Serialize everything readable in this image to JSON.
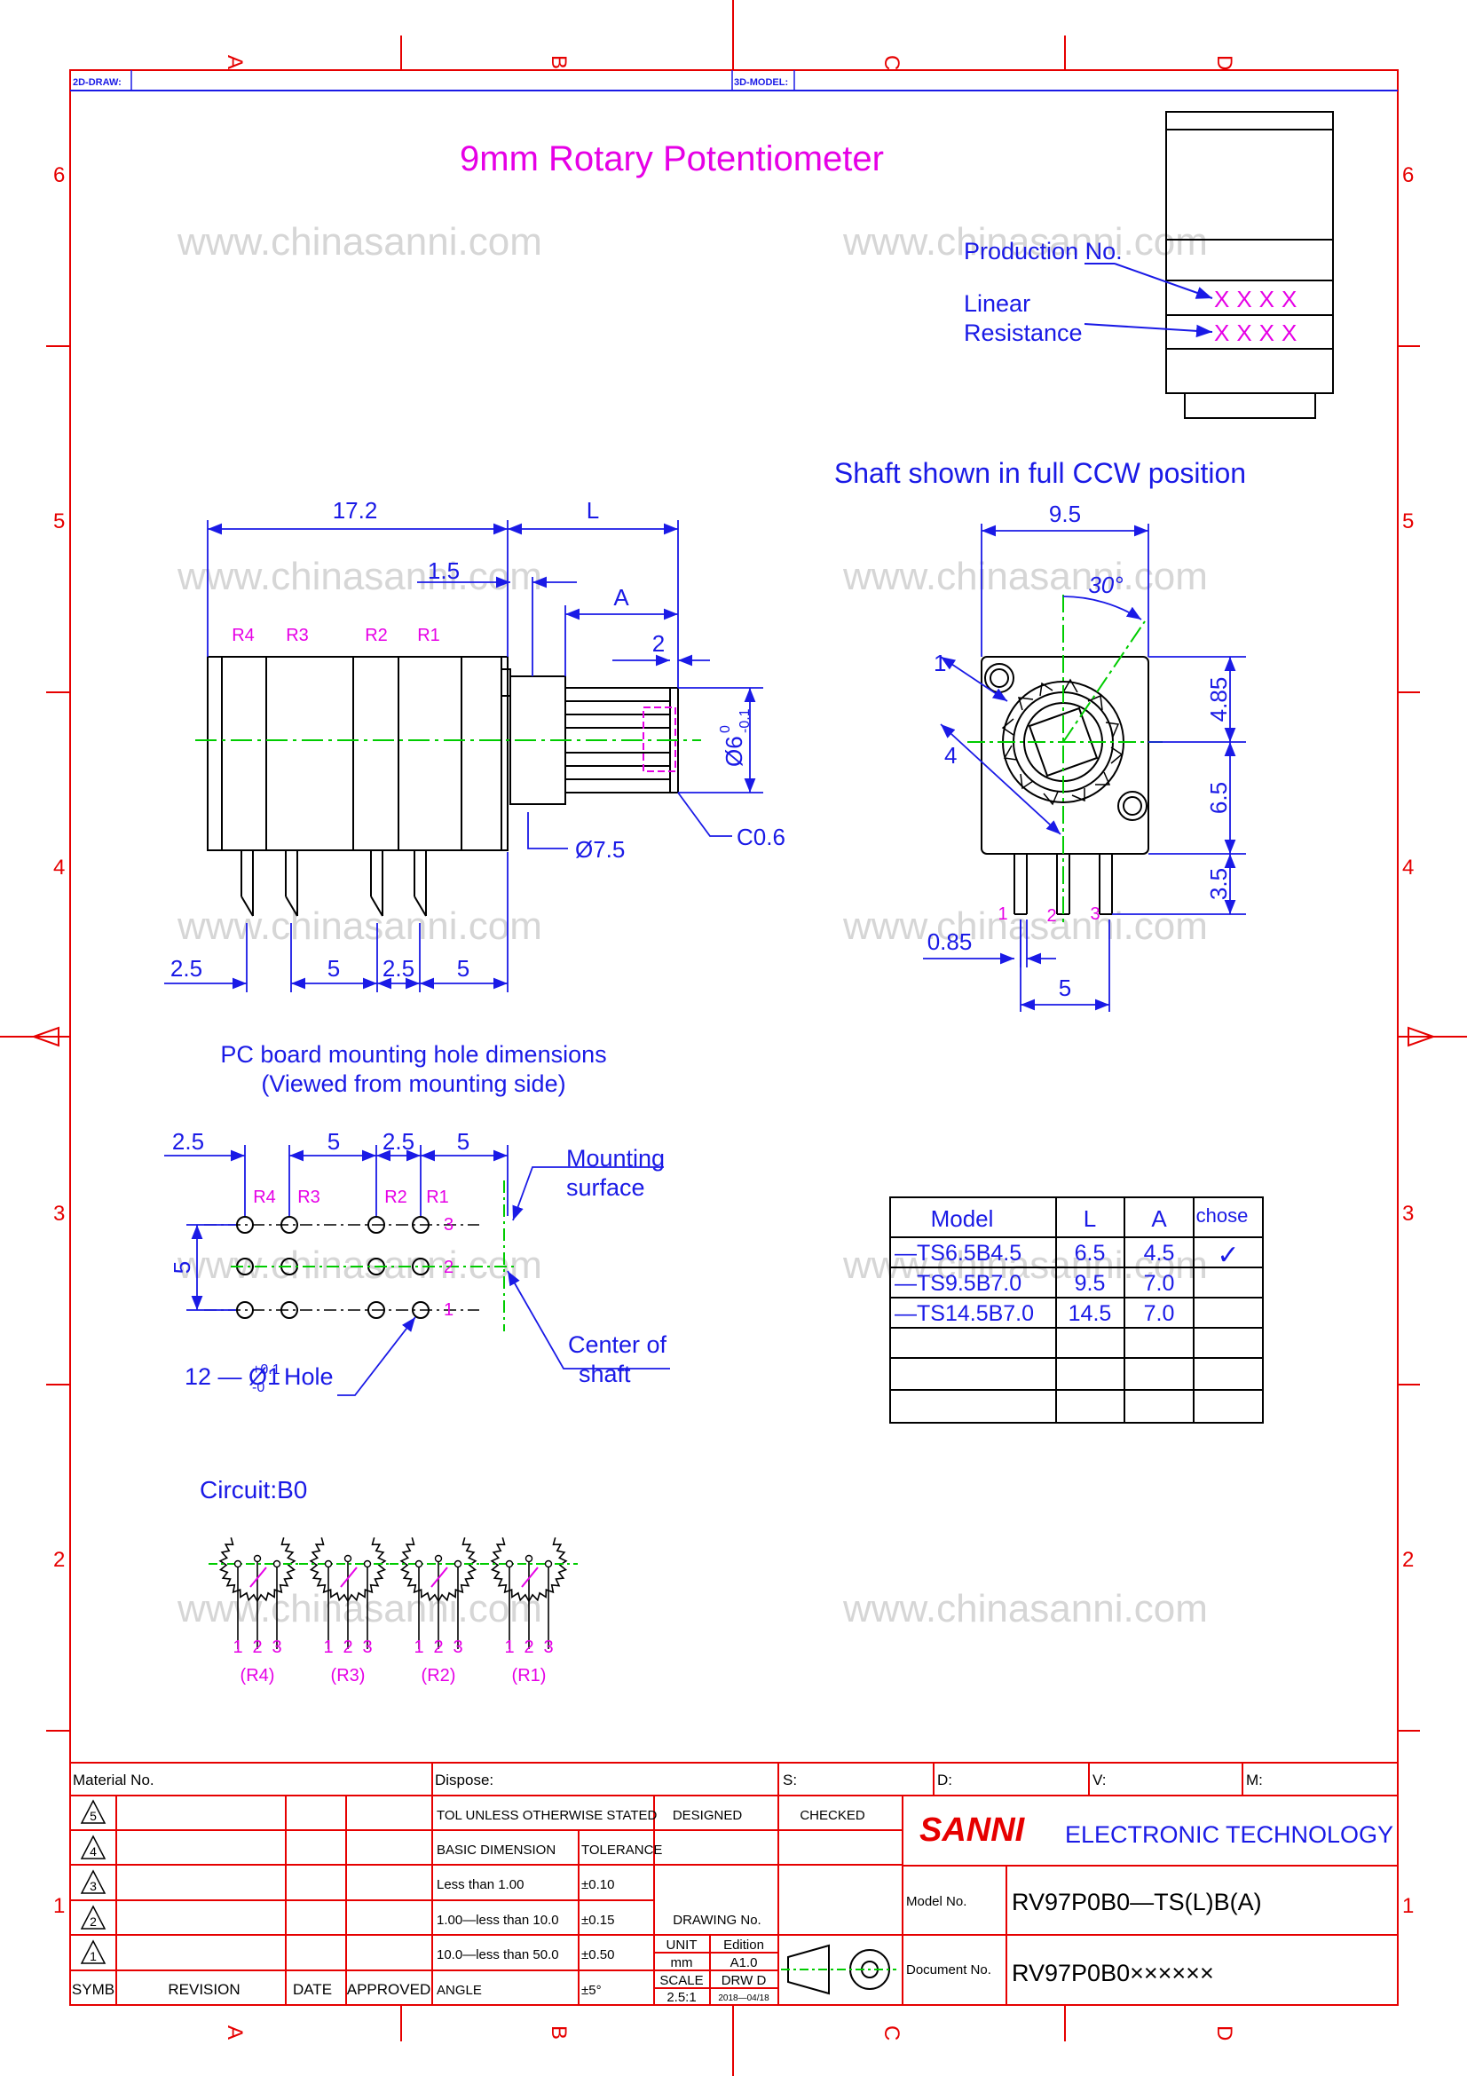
{
  "title": "9mm Rotary Potentiometer",
  "frame": {
    "col_labels": [
      "A",
      "B",
      "C",
      "D"
    ],
    "row_labels": [
      "6",
      "5",
      "4",
      "3",
      "2",
      "1"
    ],
    "draw_2d_label": "2D-DRAW:",
    "model_3d_label": "3D-MODEL:"
  },
  "watermark": "www.chinasanni.com",
  "label_view": {
    "production_no": "Production No.",
    "linear": "Linear",
    "resistance": "Resistance",
    "marks_1": "XXXX",
    "marks_2": "XXXX"
  },
  "side_view": {
    "dims": [
      "17.2",
      "L",
      "1.5",
      "A",
      "2",
      "2.5",
      "5",
      "2.5",
      "5"
    ],
    "shaft_dia": "Ø6",
    "shaft_tol_upper": "0",
    "shaft_tol_lower": "-0.1",
    "bush_dia": "Ø7.5",
    "chamfer": "C0.6",
    "rotors": [
      "R4",
      "R3",
      "R2",
      "R1"
    ]
  },
  "front_view": {
    "caption": "Shaft shown in full CCW position",
    "dims": [
      "9.5",
      "30°",
      "1",
      "4",
      "4.85",
      "6.5",
      "3.5",
      "0.85",
      "5"
    ],
    "pins": [
      "1",
      "2",
      "3"
    ]
  },
  "pcb": {
    "caption_1": "PC board mounting hole dimensions",
    "caption_2": "(Viewed from mounting side)",
    "dims": [
      "2.5",
      "5",
      "2.5",
      "5",
      "5"
    ],
    "rotors": [
      "R4",
      "R3",
      "R2",
      "R1"
    ],
    "side_pins": [
      "3",
      "2",
      "1"
    ],
    "mounting_1": "Mounting",
    "mounting_2": "surface",
    "center_1": "Center of",
    "center_2": "shaft",
    "hole_prefix": "12 — Ø1",
    "hole_tol_upper": "+0.1",
    "hole_tol_lower": "-0",
    "hole_suffix": "Hole"
  },
  "model_table": {
    "headers": [
      "Model",
      "L",
      "A",
      "chose"
    ],
    "rows": [
      [
        "—TS6.5B4.5",
        "6.5",
        "4.5",
        "✓"
      ],
      [
        "—TS9.5B7.0",
        "9.5",
        "7.0",
        ""
      ],
      [
        "—TS14.5B7.0",
        "14.5",
        "7.0",
        ""
      ]
    ]
  },
  "circuit": {
    "title": "Circuit:B0",
    "pins": [
      "1",
      "2",
      "3"
    ],
    "units": [
      "(R4)",
      "(R3)",
      "(R2)",
      "(R1)"
    ]
  },
  "title_block": {
    "material_no": "Material No.",
    "dispose": "Dispose:",
    "s": "S:",
    "d": "D:",
    "v": "V:",
    "m": "M:",
    "rev_symbols": [
      "5",
      "4",
      "3",
      "2",
      "1"
    ],
    "symb": "SYMB",
    "revision": "REVISION",
    "date": "DATE",
    "approved": "APPROVED",
    "tol_header": "TOL UNLESS OTHERWISE STATED",
    "basic_dimension": "BASIC DIMENSION",
    "tolerance": "TOLERANCE",
    "tol_rows": [
      [
        "Less than 1.00",
        "±0.10"
      ],
      [
        "1.00—less than 10.0",
        "±0.15"
      ],
      [
        "10.0—less than 50.0",
        "±0.50"
      ]
    ],
    "angle": "ANGLE",
    "angle_tol": "±5°",
    "designed": "DESIGNED",
    "checked": "CHECKED",
    "drawing_no": "DRAWING No.",
    "unit": "UNIT",
    "unit_val": "mm",
    "edition": "Edition",
    "edition_val": "A1.0",
    "scale": "SCALE",
    "scale_val": "2.5:1",
    "drw": "DRW D",
    "drw_date": "2018—04/18",
    "company_brand": "SANNI",
    "company_rest": "ELECTRONIC TECHNOLOGY",
    "model_no_label": "Model No.",
    "model_no": "RV97P0B0—TS(L)B(A)",
    "document_no_label": "Document No.",
    "document_no": "RV97P0B0××××××"
  },
  "colors": {
    "frame": "#e60000",
    "dimension": "#1a1ae6",
    "accent": "#e600e6",
    "centerline": "#00cc00",
    "outline": "#000000",
    "watermark": "#d6d6d6"
  }
}
